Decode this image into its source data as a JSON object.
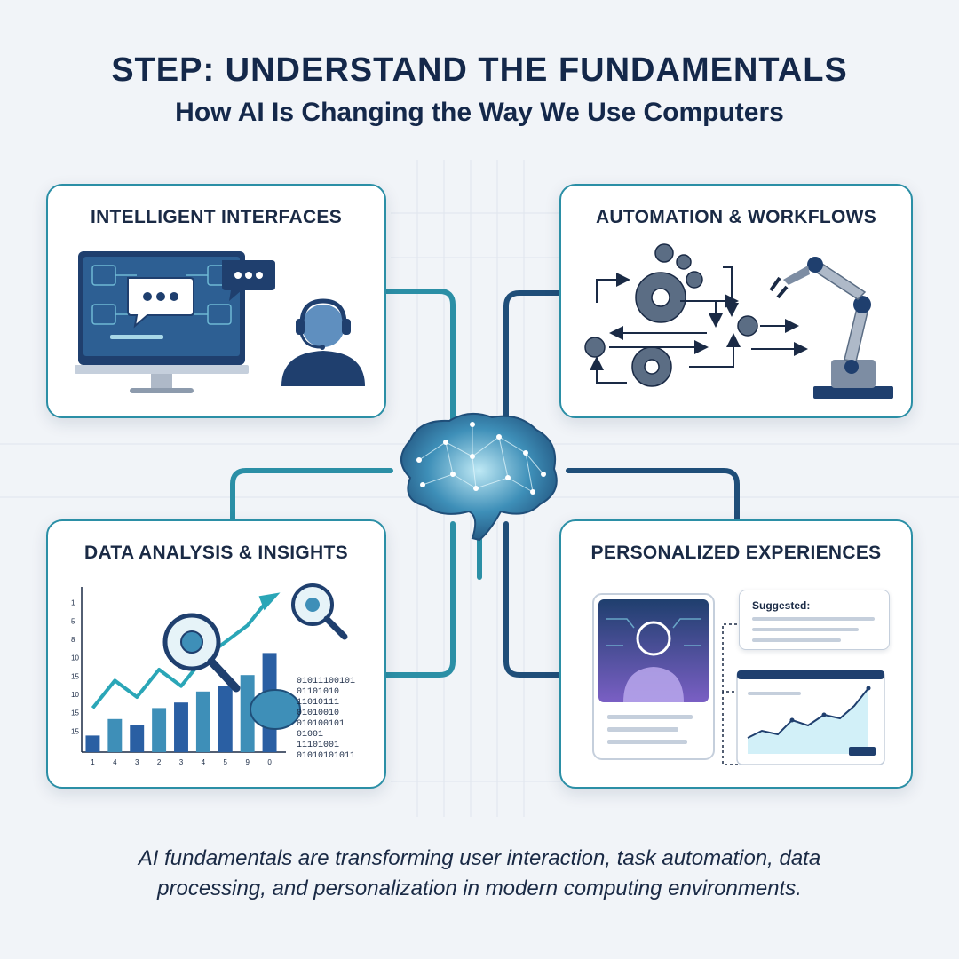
{
  "header": {
    "title": "STEP: UNDERSTAND THE FUNDAMENTALS",
    "subtitle": "How AI Is Changing the Way We Use Computers"
  },
  "cards": {
    "interfaces": {
      "title": "INTELLIGENT INTERFACES"
    },
    "automation": {
      "title": "AUTOMATION & WORKFLOWS"
    },
    "data": {
      "title": "DATA ANALYSIS & INSIGHTS"
    },
    "personalized": {
      "title": "PERSONALIZED EXPERIENCES",
      "suggested_label": "Suggested:"
    }
  },
  "icons": {
    "center": "brain-network-icon",
    "interfaces": [
      "monitor-icon",
      "chat-bubble-icon",
      "headset-user-icon"
    ],
    "automation": [
      "gear-icon",
      "arrow-icon",
      "robot-arm-icon"
    ],
    "data": [
      "magnifier-gear-icon",
      "brain-chip-icon"
    ],
    "personalized": [
      "user-profile-icon",
      "line-chart-icon"
    ]
  },
  "chart_data": {
    "type": "bar",
    "categories": [
      "1",
      "4",
      "3",
      "2",
      "3",
      "4",
      "5",
      "9",
      "0"
    ],
    "y_tick_labels": [
      "1",
      "5",
      "8",
      "10",
      "15",
      "10",
      "15",
      "15"
    ],
    "values": [
      3,
      6,
      5,
      8,
      9,
      11,
      12,
      14,
      18
    ],
    "trend": [
      8,
      13,
      10,
      15,
      12,
      17,
      20,
      23,
      28
    ],
    "ylim": [
      0,
      30
    ],
    "binary_text": [
      "01011100101",
      "01101010",
      "11010111",
      "01010010",
      "010100101",
      "01001",
      "11101001",
      "01010101011"
    ],
    "colors": {
      "bar": "#2a5fa3",
      "bar_light": "#3e8fb8",
      "trend": "#2aa6b7"
    }
  },
  "caption": {
    "line1": "AI fundamentals are transforming user interaction, task automation, data",
    "line2": "processing, and personalization in modern computing environments."
  },
  "colors": {
    "navy": "#14284a",
    "teal": "#2b8fa6",
    "blue": "#2a5fa3",
    "background": "#f1f4f8"
  }
}
